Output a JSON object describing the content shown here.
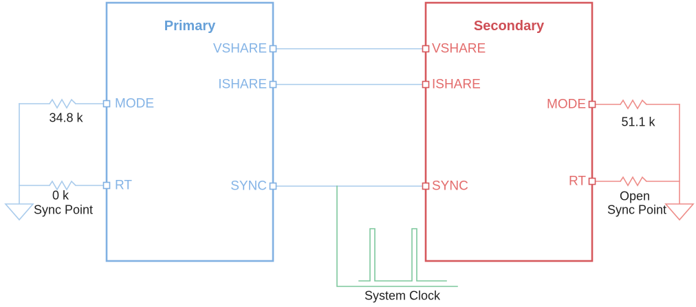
{
  "colors": {
    "blue_border": "#80b0e2",
    "blue_title": "#66a0d8",
    "blue_label": "#85b4e6",
    "blue_wire": "#a9cbec",
    "red_border": "#d6585c",
    "red_title": "#ce4e55",
    "red_label": "#e36c6c",
    "red_wire": "#ee8c88",
    "green_wire": "#7cc79c",
    "label_text": "#1f1f1f",
    "background": "#ffffff"
  },
  "primary": {
    "title": "Primary",
    "pins": {
      "vshare": "VSHARE",
      "ishare": "ISHARE",
      "mode": "MODE",
      "rt": "RT",
      "sync": "SYNC"
    }
  },
  "secondary": {
    "title": "Secondary",
    "pins": {
      "vshare": "VSHARE",
      "ishare": "ISHARE",
      "mode": "MODE",
      "rt": "RT",
      "sync": "SYNC"
    }
  },
  "primary_circuit": {
    "mode_resistor_value": "34.8 k",
    "rt_resistor_value": "0 k",
    "ground_label": "Sync Point"
  },
  "secondary_circuit": {
    "mode_resistor_value": "51.1 k",
    "rt_resistor_value": "Open",
    "ground_label": "Sync Point"
  },
  "clock": {
    "label": "System Clock"
  }
}
